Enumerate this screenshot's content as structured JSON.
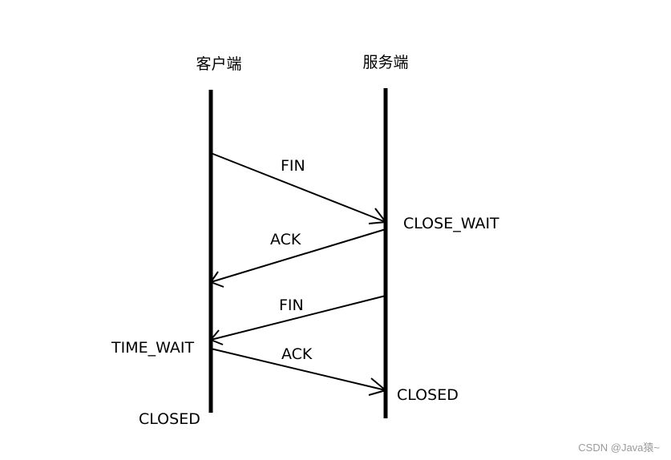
{
  "diagram": {
    "client_title": "客户端",
    "server_title": "服务端",
    "messages": {
      "fin1": "FIN",
      "ack1": "ACK",
      "fin2": "FIN",
      "ack2": "ACK"
    },
    "states": {
      "server_close_wait": "CLOSE_WAIT",
      "client_time_wait": "TIME_WAIT",
      "server_closed": "CLOSED",
      "client_closed": "CLOSED"
    }
  },
  "watermark": "CSDN @Java猿~"
}
